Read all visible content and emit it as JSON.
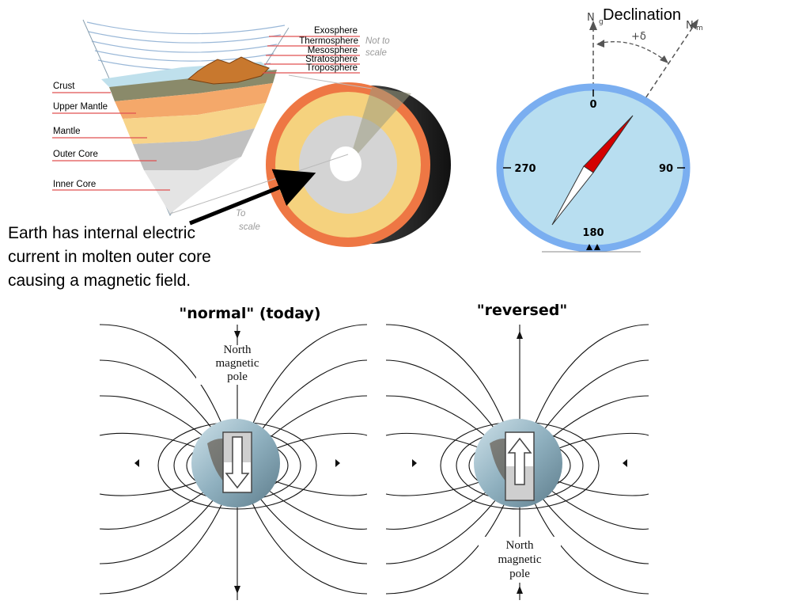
{
  "layers_diagram": {
    "atmosphere_labels": [
      "Exosphere",
      "Thermosphere",
      "Mesosphere",
      "Stratosphere",
      "Troposphere"
    ],
    "scale_note_atmosphere": [
      "Not to",
      "scale"
    ],
    "interior_labels": [
      "Crust",
      "Upper Mantle",
      "Mantle",
      "Outer Core",
      "Inner Core"
    ],
    "scale_note_interior": [
      "To",
      "scale"
    ]
  },
  "caption": {
    "lines": [
      "Earth has internal electric",
      "current in molten outer core",
      "causing a magnetic field."
    ]
  },
  "compass": {
    "title": "Declination",
    "true_north_label": "N",
    "true_north_sub": "g",
    "magnetic_north_label": "N",
    "magnetic_north_sub": "m",
    "angle_label": "+δ",
    "dial": {
      "top": "0",
      "right": "90",
      "bottom": "180",
      "left": "270"
    }
  },
  "field_normal": {
    "title": "\"normal\" (today)",
    "pole_label": [
      "North",
      "magnetic",
      "pole"
    ]
  },
  "field_reversed": {
    "title": "\"reversed\"",
    "pole_label": [
      "North",
      "magnetic",
      "pole"
    ]
  },
  "colors": {
    "crust": "#8a8a6a",
    "upper_mantle": "#f4a86a",
    "mantle": "#f7d48a",
    "outer_core": "#c8c8c8",
    "inner_core": "#e6e6e6",
    "earth_rim": "#ee7744",
    "compass_face": "#b8def0",
    "compass_rim": "#7aaef0",
    "needle_red": "#d40000",
    "label_line": "#e05050"
  }
}
